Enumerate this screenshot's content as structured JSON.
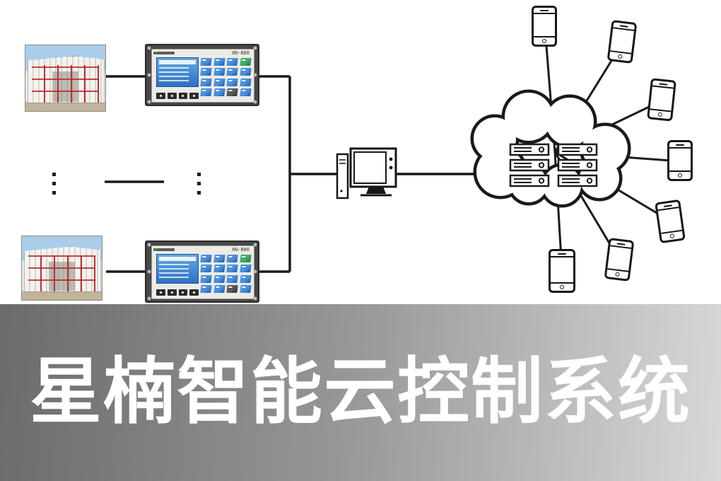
{
  "banner": {
    "title": "星楠智能云控制系统"
  },
  "devices": {
    "controller1": {
      "model": "XN-800"
    },
    "controller2": {
      "model": "XN-800"
    }
  },
  "icons": {
    "photo": "greenhouse-photo",
    "controller": "controller-panel-icon",
    "workstation": "computer-workstation-icon",
    "cloud": "cloud-icon",
    "server": "server-icon",
    "smartphone": "smartphone-icon",
    "ellipsis": "more-units-dots"
  },
  "colors": {
    "line": "#1a1a1a",
    "key_blue": "#2d72c2",
    "banner_left": "#6b6b6b",
    "banner_right": "#d8d8d8"
  }
}
